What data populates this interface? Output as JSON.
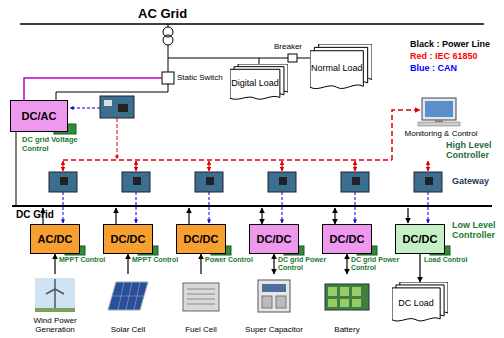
{
  "diagram": {
    "nodes": [
      {
        "text": [
          "DC/AC"
        ]
      },
      {
        "text": [
          "Digital Load"
        ]
      },
      {
        "text": [
          "Normal Load"
        ]
      },
      {
        "text": [
          "Monitoring & Control"
        ]
      },
      {
        "text": [
          "AC/DC"
        ]
      },
      {
        "text": [
          "DC/DC"
        ]
      },
      {
        "text": [
          "DC/DC"
        ]
      },
      {
        "text": [
          "DC/DC"
        ]
      },
      {
        "text": [
          "DC/DC"
        ]
      },
      {
        "text": [
          "DC/DC"
        ]
      },
      {
        "text": [
          "DC Load"
        ]
      },
      {
        "text": [
          "Wind Power Generation"
        ]
      },
      {
        "text": [
          "Solar Cell"
        ]
      },
      {
        "text": [
          "Fuel Cell"
        ]
      },
      {
        "text": [
          "Super Capacitor"
        ]
      },
      {
        "text": [
          "Battery"
        ]
      }
    ],
    "edges": [
      {
        "from": 11,
        "to": 4,
        "arrow": "to"
      },
      {
        "from": 12,
        "to": 5,
        "arrow": "to"
      },
      {
        "from": 13,
        "to": 6,
        "arrow": "to"
      },
      {
        "from": 14,
        "to": 7,
        "arrow": "both"
      },
      {
        "from": 15,
        "to": 8,
        "arrow": "both"
      },
      {
        "from": 9,
        "to": 10,
        "arrow": "to"
      }
    ],
    "labels": [
      "AC Grid",
      "Static Switch",
      "Breaker",
      "DC grid Voltage Control",
      "High Level Controller",
      "Gateway",
      "DC Grid",
      "MPPT Control",
      "MPPT Control",
      "Power Control",
      "DC grid Power Control",
      "DC grid Power Control",
      "Load Control",
      "Low Level Controller"
    ],
    "legend": [
      {
        "text": "Black : Power Line",
        "color": "#000000"
      },
      {
        "text": "Red : IEC 61850",
        "color": "#ff0000"
      },
      {
        "text": "Blue : CAN",
        "color": "#0000ff"
      }
    ]
  }
}
